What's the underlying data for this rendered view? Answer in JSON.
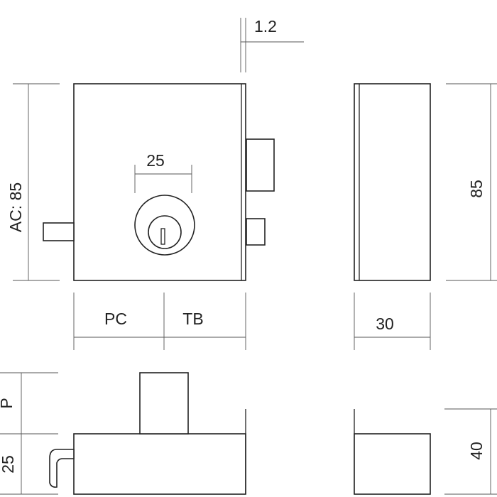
{
  "dimensions": {
    "plate_thickness": "1.2",
    "height_front": "AC: 85",
    "key_spacing": "25",
    "pc": "PC",
    "tb": "TB",
    "height_side": "85",
    "depth_side": "30",
    "p": "P",
    "bottom_left": "25",
    "bottom_right": "40"
  },
  "colors": {
    "line": "#222222",
    "dimension_line": "#555555",
    "background": "#ffffff"
  }
}
